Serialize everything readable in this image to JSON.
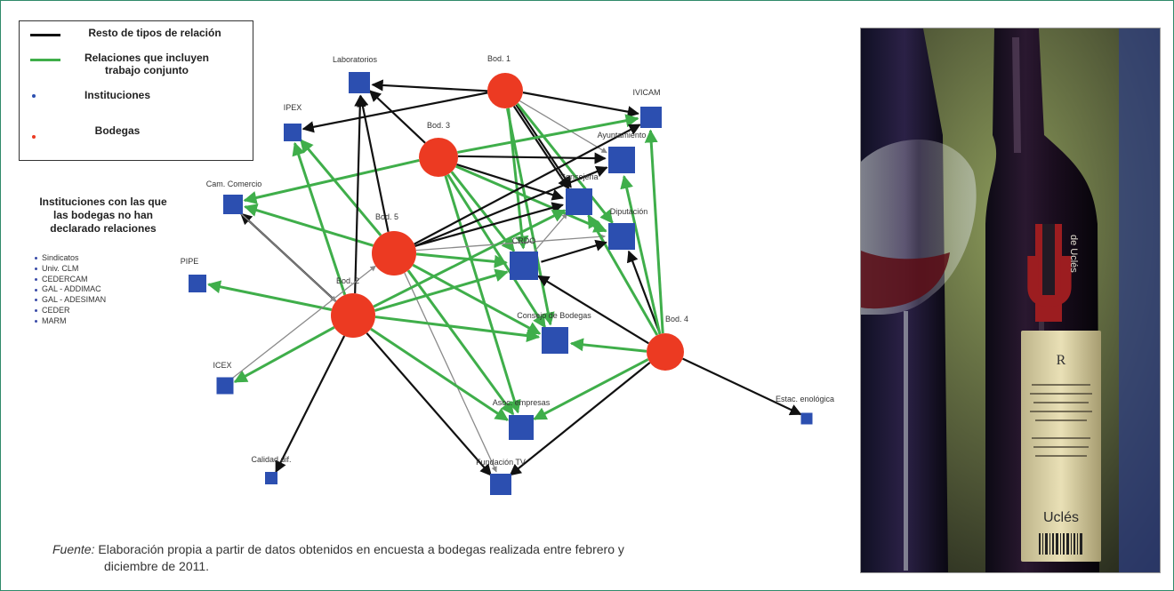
{
  "legend": {
    "black_line_label": "Resto de tipos de relación",
    "green_line_label_1": "Relaciones que incluyen",
    "green_line_label_2": "trabajo conjunto",
    "institutions_label": "Instituciones",
    "wineries_label": "Bodegas",
    "colors": {
      "black_line": "#111111",
      "green_line": "#3fae4a",
      "institution": "#2c4fb0",
      "winery": "#ec3a22"
    }
  },
  "isolated": {
    "title_lines": [
      "Instituciones con las que",
      "las bodegas no han",
      "declarado relaciones"
    ],
    "items": [
      "Sindicatos",
      "Univ. CLM",
      "CEDERCAM",
      "GAL - ADDIMAC",
      "GAL - ADESIMAN",
      "CEDER",
      "MARM"
    ]
  },
  "network": {
    "wineries": [
      {
        "id": "bod1",
        "label": "Bod. 1"
      },
      {
        "id": "bod2",
        "label": "Bod. 2"
      },
      {
        "id": "bod3",
        "label": "Bod. 3"
      },
      {
        "id": "bod4",
        "label": "Bod. 4"
      },
      {
        "id": "bod5",
        "label": "Bod. 5"
      }
    ],
    "institutions": [
      {
        "id": "lab",
        "label": "Laboratorios"
      },
      {
        "id": "ipex",
        "label": "IPEX"
      },
      {
        "id": "ivicam",
        "label": "IVICAM"
      },
      {
        "id": "ayto",
        "label": "Ayuntamiento"
      },
      {
        "id": "camcom",
        "label": "Cam. Comercio"
      },
      {
        "id": "consej",
        "label": "Consejeria"
      },
      {
        "id": "dipu",
        "label": "Diputación"
      },
      {
        "id": "crdo",
        "label": "CRDO"
      },
      {
        "id": "pipe",
        "label": "PIPE"
      },
      {
        "id": "consbod",
        "label": "Consejo de Bodegas"
      },
      {
        "id": "icex",
        "label": "ICEX"
      },
      {
        "id": "asoc",
        "label": "Asoc. empresas"
      },
      {
        "id": "estac",
        "label": "Estac. enológica"
      },
      {
        "id": "calidad",
        "label": "Calidad dif."
      },
      {
        "id": "fundtv",
        "label": "Fundación TV"
      }
    ],
    "edges": [
      [
        "bod1",
        "lab",
        "black"
      ],
      [
        "bod1",
        "ipex",
        "black"
      ],
      [
        "bod1",
        "ivicam",
        "black"
      ],
      [
        "bod1",
        "ayto",
        "grey"
      ],
      [
        "bod1",
        "consej",
        "black"
      ],
      [
        "bod1",
        "consej",
        "black"
      ],
      [
        "bod1",
        "crdo",
        "green"
      ],
      [
        "bod1",
        "consbod",
        "green"
      ],
      [
        "bod1",
        "dipu",
        "green"
      ],
      [
        "bod3",
        "lab",
        "black"
      ],
      [
        "bod3",
        "ayto",
        "black"
      ],
      [
        "bod3",
        "consej",
        "black"
      ],
      [
        "bod3",
        "ivicam",
        "green"
      ],
      [
        "bod3",
        "camcom",
        "green"
      ],
      [
        "bod3",
        "crdo",
        "green"
      ],
      [
        "bod3",
        "consbod",
        "green"
      ],
      [
        "bod3",
        "asoc",
        "green"
      ],
      [
        "bod3",
        "dipu",
        "green"
      ],
      [
        "bod5",
        "lab",
        "black"
      ],
      [
        "bod5",
        "ayto",
        "black"
      ],
      [
        "bod5",
        "consej",
        "black"
      ],
      [
        "bod5",
        "ivicam",
        "black"
      ],
      [
        "bod5",
        "dipu",
        "grey"
      ],
      [
        "bod5",
        "ipex",
        "green"
      ],
      [
        "bod5",
        "crdo",
        "green"
      ],
      [
        "bod5",
        "consbod",
        "green"
      ],
      [
        "bod5",
        "asoc",
        "green"
      ],
      [
        "bod5",
        "camcom",
        "green"
      ],
      [
        "bod5",
        "fundtv",
        "grey"
      ],
      [
        "bod2",
        "lab",
        "black"
      ],
      [
        "bod2",
        "camcom",
        "black"
      ],
      [
        "bod2",
        "pipe",
        "green"
      ],
      [
        "bod2",
        "icex",
        "green"
      ],
      [
        "bod2",
        "crdo",
        "green"
      ],
      [
        "bod2",
        "consbod",
        "green"
      ],
      [
        "bod2",
        "asoc",
        "green"
      ],
      [
        "bod2",
        "ipex",
        "green"
      ],
      [
        "bod2",
        "fundtv",
        "black"
      ],
      [
        "bod2",
        "calidad",
        "black"
      ],
      [
        "bod2",
        "consej",
        "green"
      ],
      [
        "bod4",
        "consbod",
        "green"
      ],
      [
        "bod4",
        "asoc",
        "green"
      ],
      [
        "bod4",
        "crdo",
        "black"
      ],
      [
        "bod4",
        "dipu",
        "black"
      ],
      [
        "bod4",
        "estac",
        "black"
      ],
      [
        "bod4",
        "fundtv",
        "black"
      ],
      [
        "bod4",
        "ivicam",
        "green"
      ],
      [
        "bod4",
        "consej",
        "green"
      ],
      [
        "bod4",
        "ayto",
        "green"
      ],
      [
        "crdo",
        "dipu",
        "black"
      ],
      [
        "crdo",
        "consej",
        "grey"
      ],
      [
        "camcom",
        "bod2",
        "grey"
      ],
      [
        "icex",
        "bod5",
        "grey"
      ]
    ]
  },
  "source": {
    "label": "Fuente:",
    "text_1": "Elaboración propia a partir de datos obtenidos en encuesta a bodegas realizada entre febrero y",
    "text_2": "diciembre de 2011."
  },
  "photo": {
    "label_big_letter": "U",
    "label_vertical_text": "de Uclés",
    "label_brand": "Uclés",
    "label_emblem": "R"
  }
}
